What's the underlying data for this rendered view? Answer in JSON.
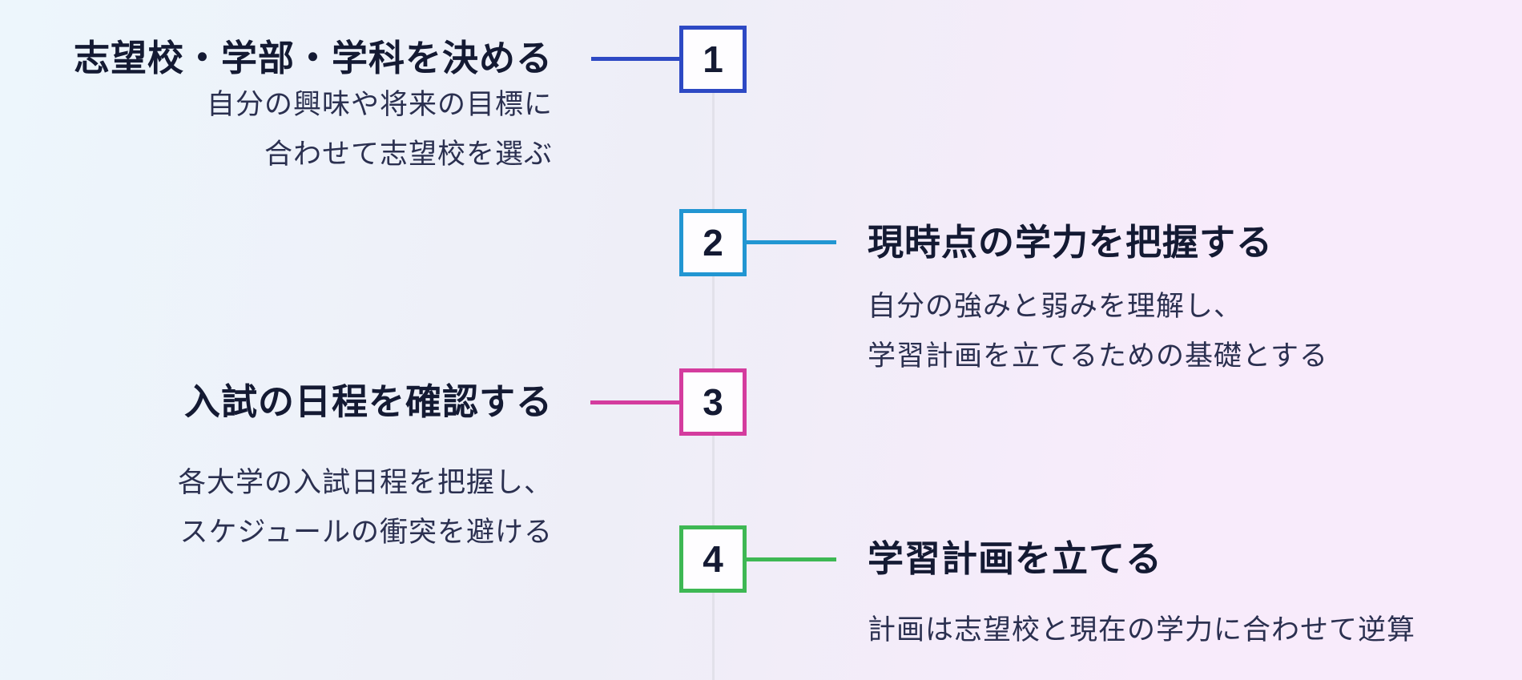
{
  "diagram": {
    "type": "vertical-step-timeline",
    "language": "ja",
    "topic": "University entrance exam preparation steps"
  },
  "colors": {
    "bg_left": "#edf6fc",
    "bg_mid": "#eeeef7",
    "bg_right": "#f8ebfb",
    "timeline": "#e2e1ea",
    "title_color": "#141a33",
    "desc_color": "#2b3050",
    "box_bg": "#fefdff"
  },
  "steps": [
    {
      "number": "1",
      "side": "left",
      "accent": "#2d49c4",
      "title": "志望校・学部・学科を決める",
      "desc_lines": [
        "自分の興味や将来の目標に",
        "合わせて志望校を選ぶ"
      ]
    },
    {
      "number": "2",
      "side": "right",
      "accent": "#2296d2",
      "title": "現時点の学力を把握する",
      "desc_lines": [
        "自分の強みと弱みを理解し、",
        "学習計画を立てるための基礎とする"
      ]
    },
    {
      "number": "3",
      "side": "left",
      "accent": "#d43c9e",
      "title": "入試の日程を確認する",
      "desc_lines": [
        "各大学の入試日程を把握し、",
        "スケジュールの衝突を避ける"
      ]
    },
    {
      "number": "4",
      "side": "right",
      "accent": "#3eb854",
      "title": "学習計画を立てる",
      "desc_lines": [
        "計画は志望校と現在の学力に合わせて逆算"
      ]
    }
  ]
}
